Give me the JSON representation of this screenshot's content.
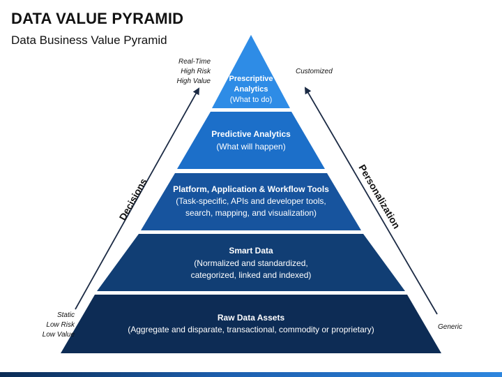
{
  "header": {
    "title": "DATA VALUE PYRAMID",
    "subtitle": "Data Business Value Pyramid"
  },
  "pyramid": {
    "levels": [
      {
        "lines": [
          "Prescriptive",
          "Analytics",
          "(What to do)"
        ],
        "color": "#2e8ce6"
      },
      {
        "lines": [
          "Predictive Analytics",
          "(What will happen)"
        ],
        "color": "#1c6fc9"
      },
      {
        "lines": [
          "Platform, Application & Workflow Tools",
          "(Task-specific, APIs and developer tools,",
          "search, mapping, and visualization)"
        ],
        "color": "#17549e"
      },
      {
        "lines": [
          "Smart Data",
          "(Normalized and standardized,",
          "categorized, linked and indexed)"
        ],
        "color": "#113e74"
      },
      {
        "lines": [
          "Raw Data Assets",
          "(Aggregate and disparate, transactional, commodity or proprietary)"
        ],
        "color": "#0d2c55"
      }
    ]
  },
  "left_axis": {
    "label": "Decisions",
    "top_notes": [
      "Real-Time",
      "High Risk",
      "High Value"
    ],
    "bottom_notes": [
      "Static",
      "Low Risk",
      "Low Value"
    ]
  },
  "right_axis": {
    "label": "Personalization",
    "top_note": "Customized",
    "bottom_note": "Generic"
  },
  "colors": {
    "arrow": "#1b2a44",
    "text_on_shape": "#ffffff",
    "bottom_bar_start": "#0b2c55",
    "bottom_bar_end": "#2e86de"
  }
}
